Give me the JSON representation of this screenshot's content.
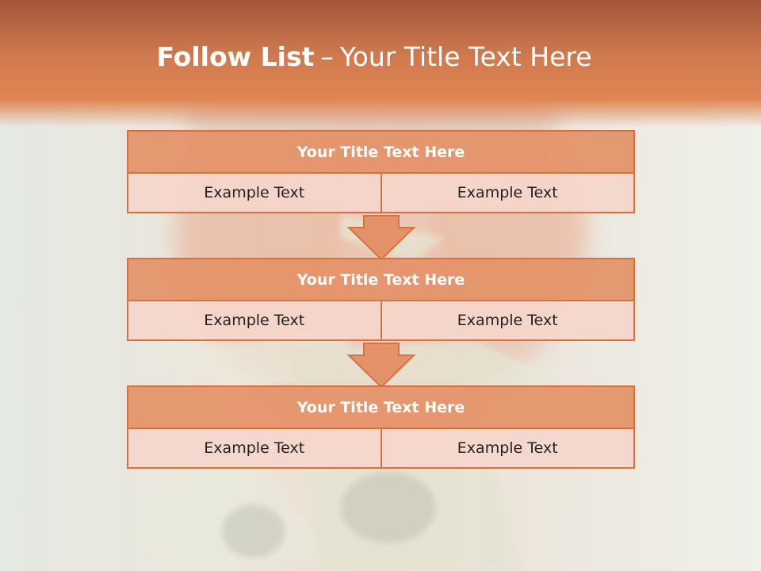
{
  "slide": {
    "title_bold": "Follow List",
    "title_sep": "–",
    "title_rest": "Your Title Text Here"
  },
  "blocks": [
    {
      "title": "Your Title Text Here",
      "left": "Example Text",
      "right": "Example Text"
    },
    {
      "title": "Your Title Text Here",
      "left": "Example Text",
      "right": "Example Text"
    },
    {
      "title": "Your Title Text Here",
      "left": "Example Text",
      "right": "Example Text"
    }
  ],
  "colors": {
    "accent": "#d9703f",
    "header_fill": "#e49268",
    "cell_fill": "#f5d6cb",
    "banner": "#d07a4f"
  },
  "icons": [
    "down-arrow-icon"
  ]
}
